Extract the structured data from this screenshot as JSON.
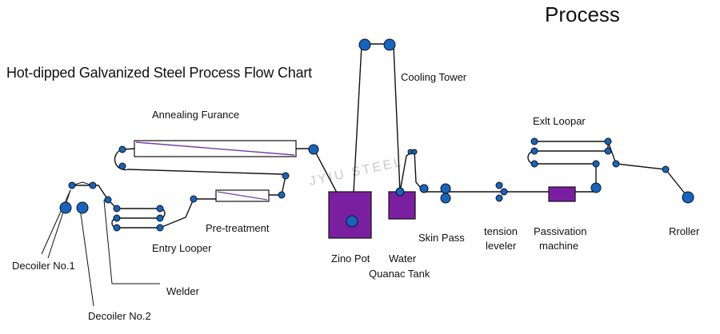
{
  "heading": "Process",
  "title": "Hot-dipped Galvanized Steel Process Flow Chart",
  "watermark": "JYIU STEEL",
  "labels": {
    "annealing": "Annealing  Furance",
    "cooling_tower": "Cooling Tower",
    "exit_looper": "Exlt Loopar",
    "pre_treatment": "Pre-treatment",
    "entry_looper": "Entry Looper",
    "decoiler1": "Decoiler  No.1",
    "decoiler2": "Decoiler  No.2",
    "welder": "Welder",
    "zinc_pot": "Zino Pot",
    "water": "Water",
    "quench_tank": "Quanac Tank",
    "skin_pass": "Skin Pass",
    "tension1": "tension",
    "tension2": "leveler",
    "passivation1": "Passivation",
    "passivation2": "machine",
    "roller": "Rroller"
  },
  "colors": {
    "roller": "#1565c0",
    "tank": "#7b1fa2",
    "furnace_stripe": "#7b3fa0",
    "line": "#111111"
  }
}
